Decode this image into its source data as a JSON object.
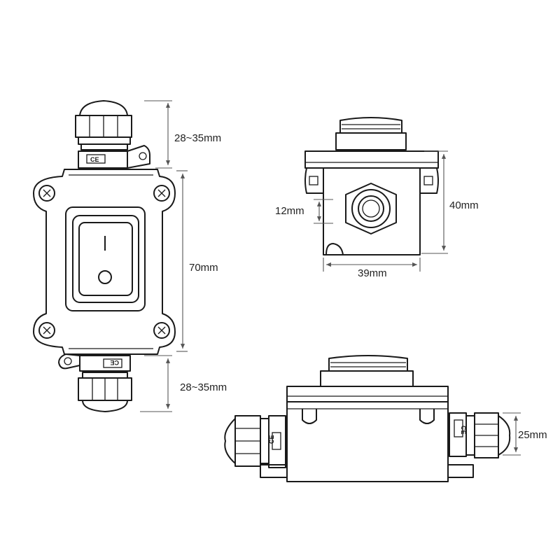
{
  "dimensions": {
    "top_gland_length": "28~35mm",
    "body_height": "70mm",
    "bottom_gland_length": "28~35mm",
    "hole_diameter": "12mm",
    "side_height": "40mm",
    "side_width": "39mm",
    "gland_diameter": "25mm"
  },
  "marks": {
    "ce": "CE",
    "switch_on_symbol": "I",
    "switch_off_symbol": "O"
  }
}
